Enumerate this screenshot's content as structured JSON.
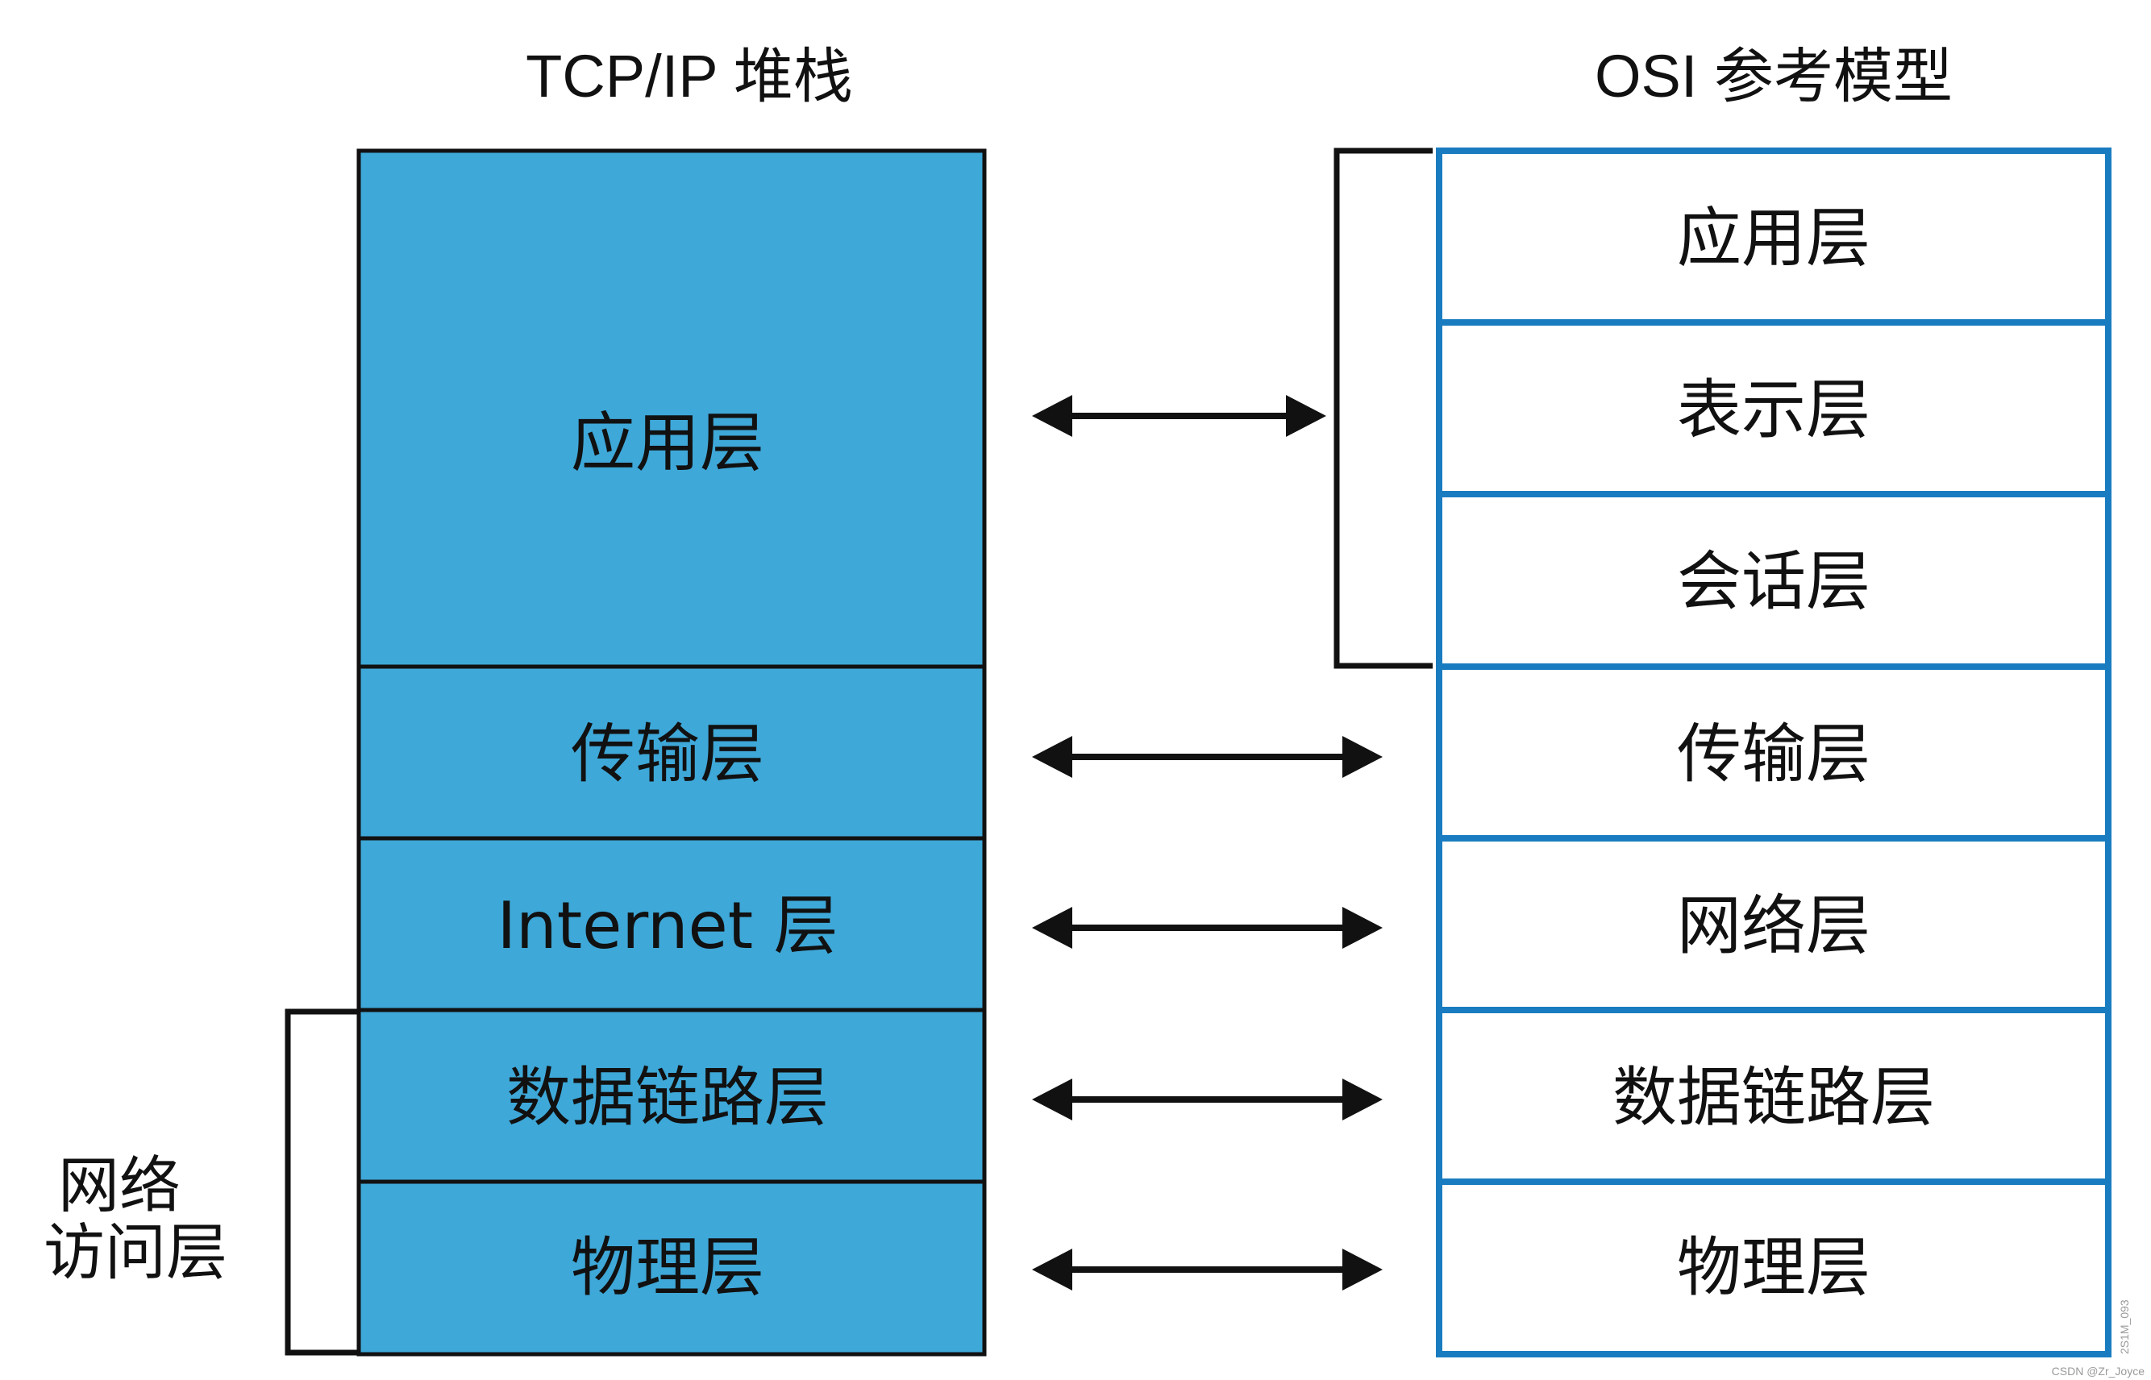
{
  "titles": {
    "tcp": "TCP/IP 堆栈",
    "osi": "OSI 参考模型"
  },
  "tcp_layers": [
    "应用层",
    "传输层",
    "Internet 层",
    "数据链路层",
    "物理层"
  ],
  "osi_layers": [
    "应用层",
    "表示层",
    "会话层",
    "传输层",
    "网络层",
    "数据链路层",
    "物理层"
  ],
  "network_access_label": [
    "网络",
    "访问层"
  ],
  "figure_id": "2S1M_093",
  "watermark": "CSDN @Zr_Joyce",
  "colors": {
    "tcp_fill": "#3ea8d8",
    "osi_border": "#1a7cc0",
    "line": "#111111"
  }
}
